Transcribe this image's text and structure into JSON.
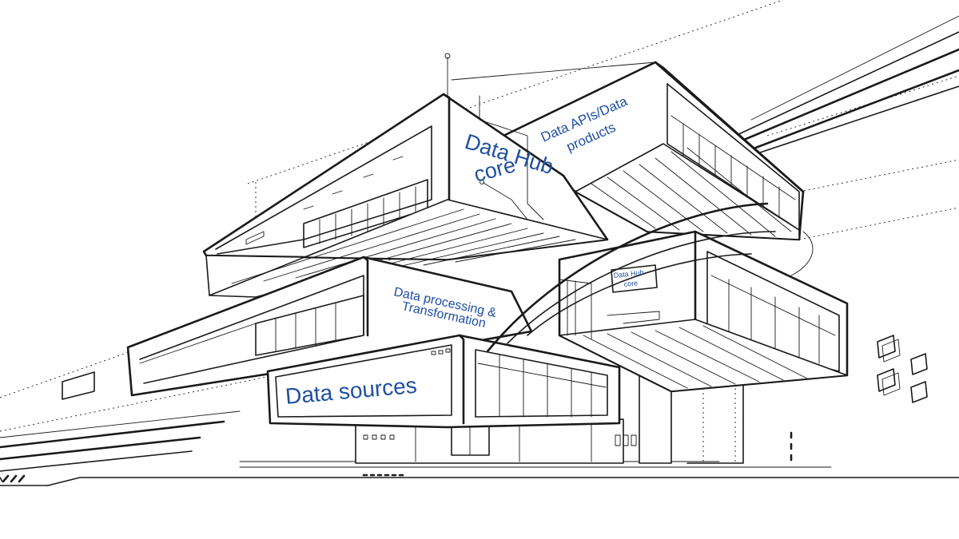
{
  "diagram": {
    "labels": {
      "data_hub_core_line1": "Data Hub",
      "data_hub_core_line2": "core",
      "data_apis_line1": "Data APIs/Data",
      "data_apis_line2": "products",
      "data_processing_line1": "Data processing &",
      "data_processing_line2": "Transformation",
      "data_sources": "Data sources",
      "small_sign_line1": "Data Hub",
      "small_sign_line2": "core"
    },
    "colors": {
      "label": "#1f4fa0",
      "line": "#1a1a1a",
      "background": "#ffffff"
    }
  }
}
